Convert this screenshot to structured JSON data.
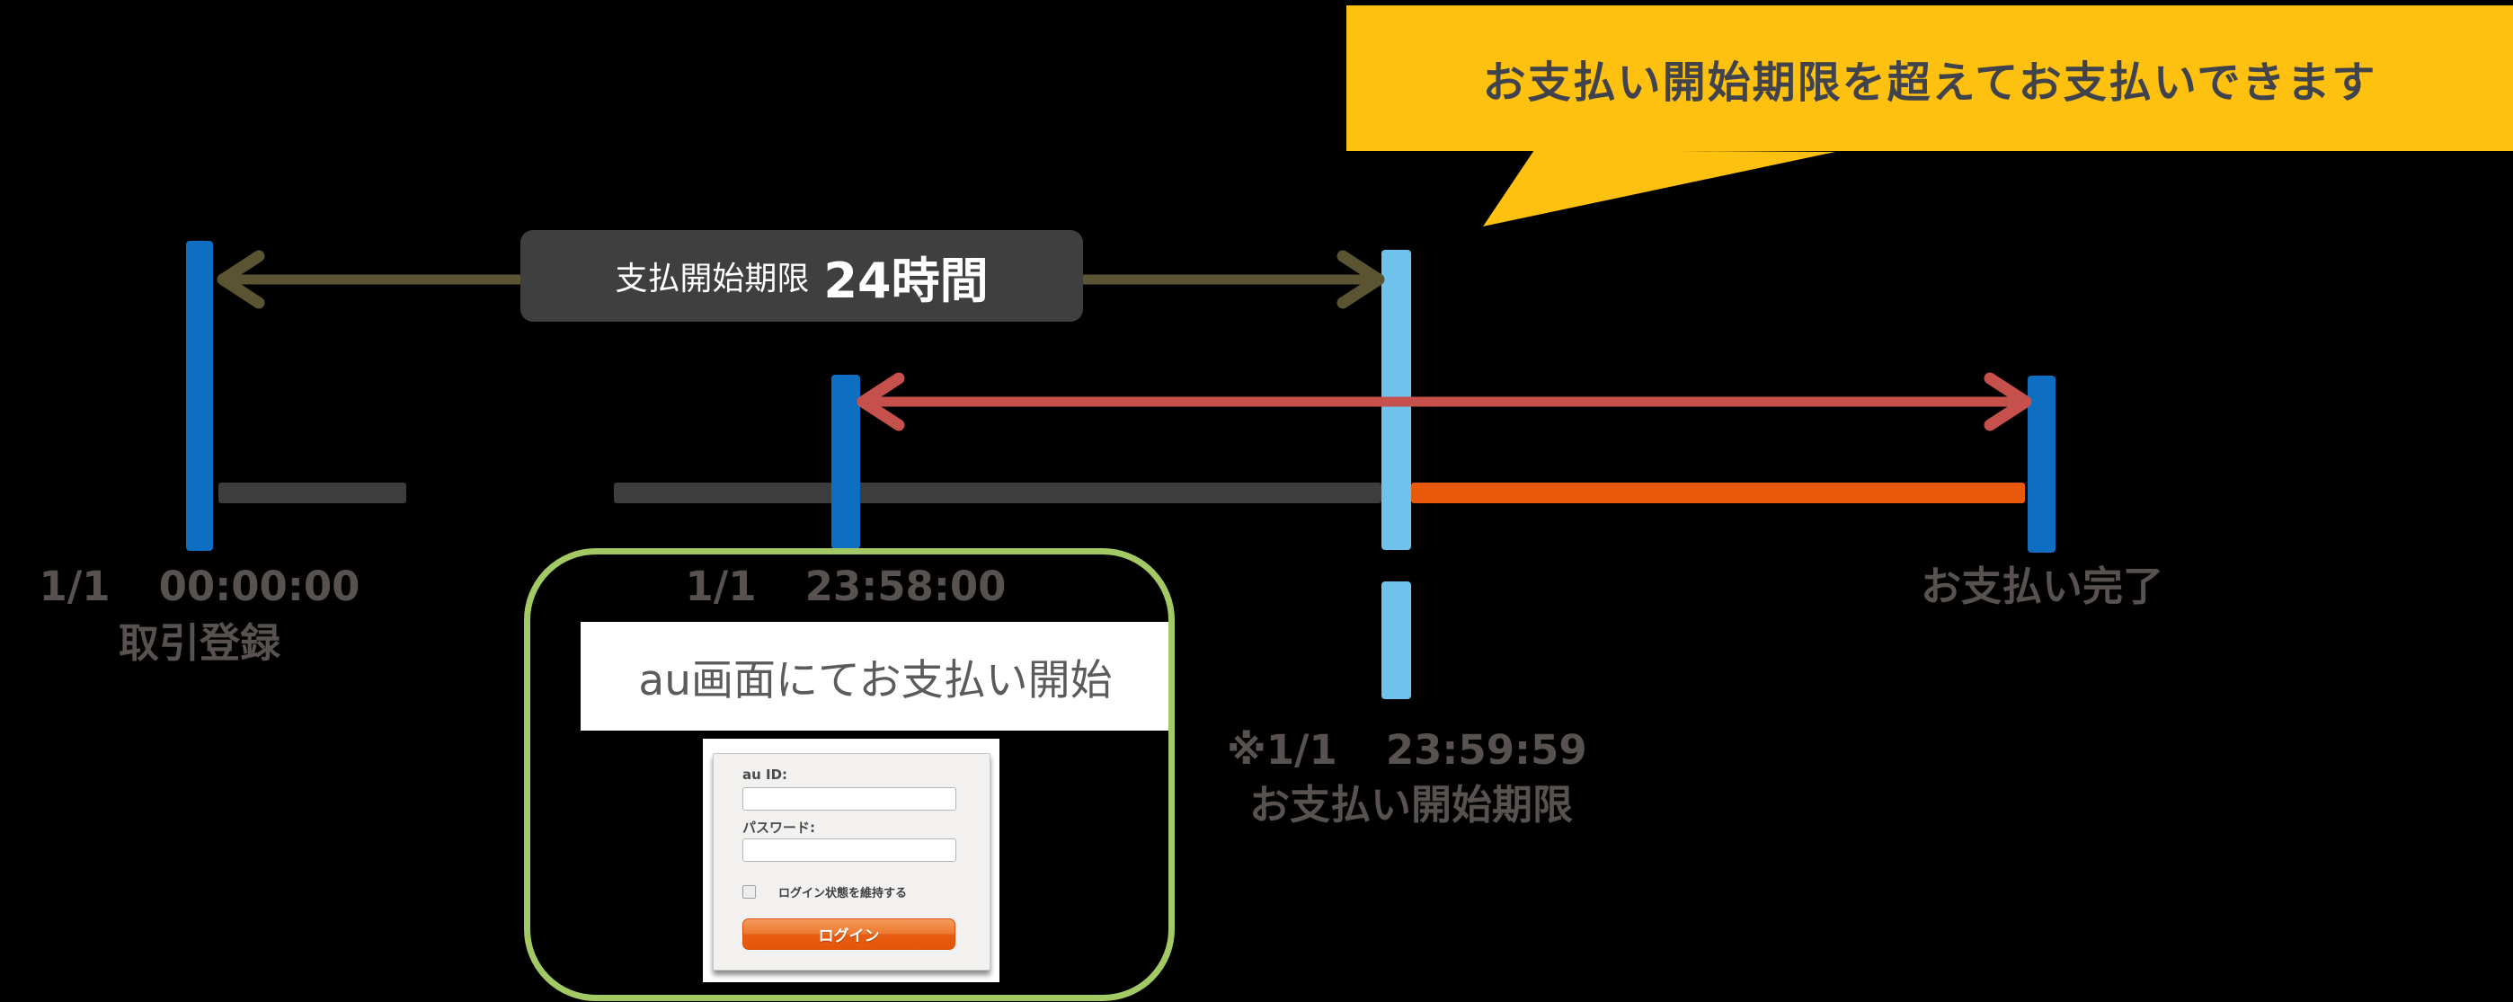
{
  "colors": {
    "background": "#000000",
    "bar_blue": "#0D6EC2",
    "bar_light_blue": "#6FC2EC",
    "bar_gray": "#3D3D3D",
    "bar_orange": "#E8590B",
    "arrow_olive": "#5B5433",
    "arrow_red": "#C5504C",
    "bubble_yellow": "#FFC110",
    "bubble_text": "#40434B",
    "label_dark_bg": "#3F3F3F",
    "label_dark_text": "#FFFFFF",
    "timeline_text": "#57514F",
    "green_border": "#A2C963",
    "au_text": "#5B5B5B"
  },
  "callout": {
    "text": "お支払い開始期限を超えてお支払いできます"
  },
  "deadline_label": {
    "prefix": "支払開始期限",
    "duration": "24時間"
  },
  "events": {
    "registration": {
      "date": "1/1",
      "time": "00:00:00",
      "name": "取引登録"
    },
    "payment_start": {
      "date": "1/1",
      "time": "23:58:00"
    },
    "start_deadline": {
      "date": "※1/1",
      "time": "23:59:59",
      "name": "お支払い開始期限"
    },
    "payment_complete": {
      "name": "お支払い完了"
    }
  },
  "green_box": {
    "caption": "au画面にてお支払い開始"
  },
  "login_form": {
    "id_label": "au ID:",
    "id_value": "",
    "password_label": "パスワード:",
    "password_value": "",
    "remember_label": "ログイン状態を維持する",
    "submit_label": "ログイン"
  }
}
